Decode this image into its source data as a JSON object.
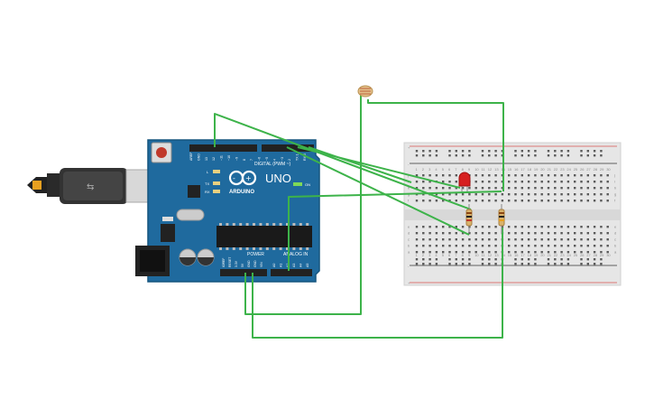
{
  "board": {
    "brand": "ARDUINO",
    "model": "UNO",
    "digital_label": "DIGITAL (PWM ~)",
    "power_label": "POWER",
    "analog_label": "ANALOG IN",
    "on_label": "ON",
    "led_labels": [
      "L",
      "TX",
      "RX"
    ],
    "top_pins": [
      "AREF",
      "GND",
      "13",
      "12",
      "~11",
      "~10",
      "~9",
      "8",
      "7",
      "~6",
      "~5",
      "4",
      "~3",
      "2",
      "TX 1",
      "RX 0"
    ],
    "power_pins": [
      "IOREF",
      "RESET",
      "3.3V",
      "5V",
      "GND",
      "GND",
      "VIN"
    ],
    "analog_pins": [
      "A0",
      "A1",
      "A2",
      "A3",
      "A4",
      "A5"
    ]
  },
  "breadboard": {
    "row_letters_top": [
      "j",
      "i",
      "h",
      "g",
      "f"
    ],
    "row_letters_bottom": [
      "e",
      "d",
      "c",
      "b",
      "a"
    ],
    "columns": 30,
    "rail_plus": "+",
    "rail_minus": "-"
  },
  "colors": {
    "board": "#1f6a9e",
    "board_edge": "#15557f",
    "wire": "#3db34a",
    "breadboard": "#e6e6e6",
    "rail_red": "#d9534f",
    "rail_black": "#333333",
    "led": "#d62020",
    "resistor_body": "#d9b26b",
    "photoresistor": "#e3c08a"
  },
  "components": {
    "photoresistor": "photoresistor-icon",
    "led": "led-icon",
    "resistors": [
      "resistor-icon",
      "resistor-icon"
    ],
    "usb_cable": "usb-cable-icon"
  }
}
